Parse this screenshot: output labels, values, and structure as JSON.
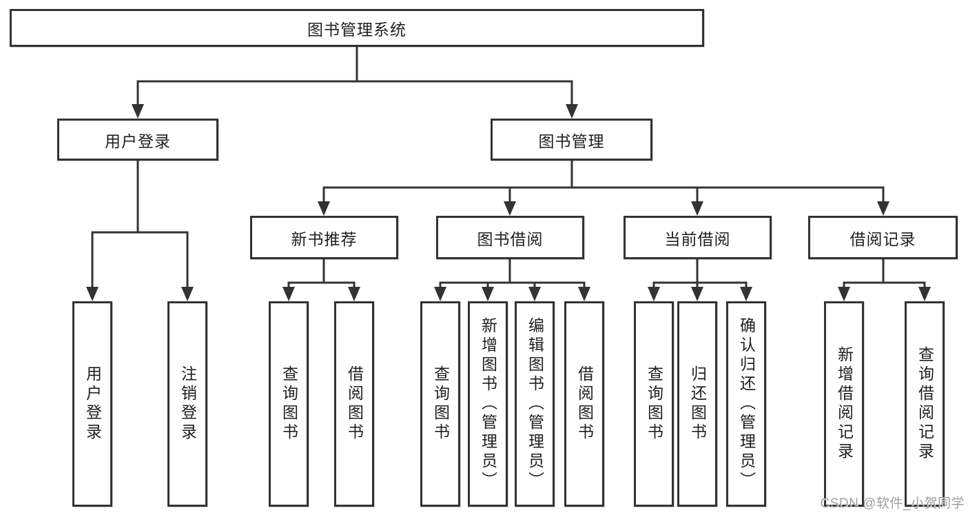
{
  "nodes": {
    "root": "图书管理系统",
    "user_login": "用户登录",
    "book_mgmt": "图书管理",
    "new_book_rec": "新书推荐",
    "book_borrow": "图书借阅",
    "current_borrow": "当前借阅",
    "borrow_record": "借阅记录",
    "login_leaf": "用户登录",
    "logout_leaf": "注销登录",
    "rec_query_book": "查询图书",
    "rec_borrow_book": "借阅图书",
    "bb_query_book": "查询图书",
    "bb_add_book": "新增图书（管理员）",
    "bb_edit_book": "编辑图书（管理员）",
    "bb_borrow_book": "借阅图书",
    "cb_query_book": "查询图书",
    "cb_return_book": "归还图书",
    "cb_confirm_return": "确认归还（管理员）",
    "br_add_record": "新增借阅记录",
    "br_query_record": "查询借阅记录"
  },
  "edges": [
    [
      "root",
      "user_login"
    ],
    [
      "root",
      "book_mgmt"
    ],
    [
      "user_login",
      "login_leaf"
    ],
    [
      "user_login",
      "logout_leaf"
    ],
    [
      "book_mgmt",
      "new_book_rec"
    ],
    [
      "book_mgmt",
      "book_borrow"
    ],
    [
      "book_mgmt",
      "current_borrow"
    ],
    [
      "book_mgmt",
      "borrow_record"
    ],
    [
      "new_book_rec",
      "rec_query_book"
    ],
    [
      "new_book_rec",
      "rec_borrow_book"
    ],
    [
      "book_borrow",
      "bb_query_book"
    ],
    [
      "book_borrow",
      "bb_add_book"
    ],
    [
      "book_borrow",
      "bb_edit_book"
    ],
    [
      "book_borrow",
      "bb_borrow_book"
    ],
    [
      "current_borrow",
      "cb_query_book"
    ],
    [
      "current_borrow",
      "cb_return_book"
    ],
    [
      "current_borrow",
      "cb_confirm_return"
    ],
    [
      "borrow_record",
      "br_add_record"
    ],
    [
      "borrow_record",
      "br_query_record"
    ]
  ],
  "watermark": "CSDN @软件_小贺同学",
  "colors": {
    "line": "#333333",
    "text": "#1f1f1f",
    "watermark": "#9e9e9e",
    "background": "#ffffff"
  }
}
